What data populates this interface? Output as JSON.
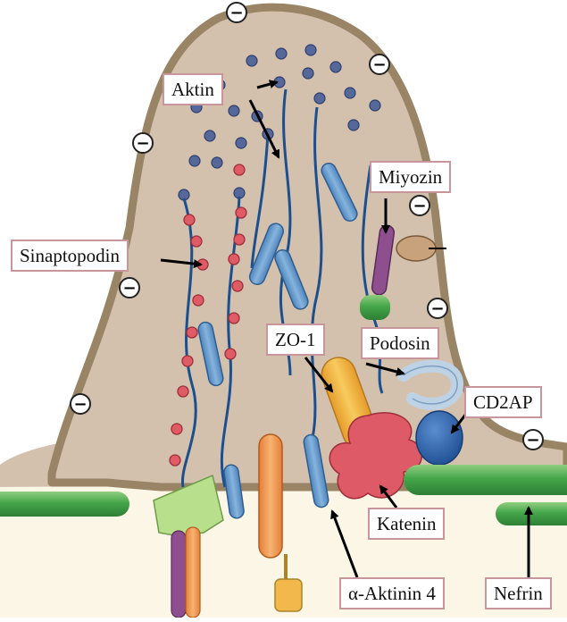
{
  "diagram": {
    "labels": {
      "aktin": "Aktin",
      "miyozin": "Miyozin",
      "sinaptopodin": "Sinaptopodin",
      "zo1": "ZO-1",
      "podosin": "Podosin",
      "cd2ap": "CD2AP",
      "katenin": "Katenin",
      "aktinin4": "α-Aktinin 4",
      "nefrin": "Nefrin"
    },
    "charge_symbol": "−",
    "colors": {
      "cell_body": "#d3c1ae",
      "membrane": "#9a8466",
      "extracellular": "#fbf6e6",
      "actin": "#1d4f8c",
      "actin_dot": "#56689a",
      "bundle": "#6696c4",
      "synaptopodin": "#df5b66",
      "myosin": "#8d4f8e",
      "zo1": "#efb238",
      "katenin": "#dd5a66",
      "podosin": "#bed2e6",
      "cd2ap": "#2e60a3",
      "nephrin": "#3f9a44",
      "label_border": "#c9959d"
    }
  }
}
